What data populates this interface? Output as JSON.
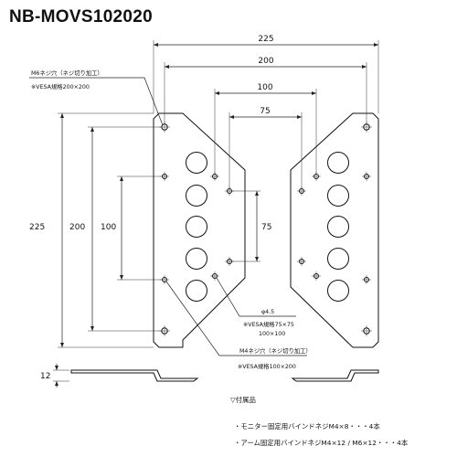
{
  "title": "NB-MOVS102020",
  "dimensions": {
    "top_225": "225",
    "top_200": "200",
    "top_100": "100",
    "top_75": "75",
    "left_225": "225",
    "left_200": "200",
    "left_100": "100",
    "mid_75": "75",
    "thickness_12": "12"
  },
  "callouts": {
    "m6_label": "M6ネジ穴（ネジ切り加工）",
    "m6_vesa": "※VESA規格200×200",
    "dia_label": "φ4.5",
    "dia_vesa1": "※VESA規格75×75",
    "dia_vesa2": "100×100",
    "m4_label": "M4ネジ穴（ネジ切り加工）",
    "m4_vesa": "※VESA規格100×200"
  },
  "accessories": {
    "heading": "▽付属品",
    "item1": "・モニター固定用バインドネジM4×8・・・4本",
    "item2": "・アーム固定用バインドネジM4×12 / M6×12・・・4本"
  },
  "colors": {
    "line": "#111111",
    "background": "#ffffff"
  }
}
